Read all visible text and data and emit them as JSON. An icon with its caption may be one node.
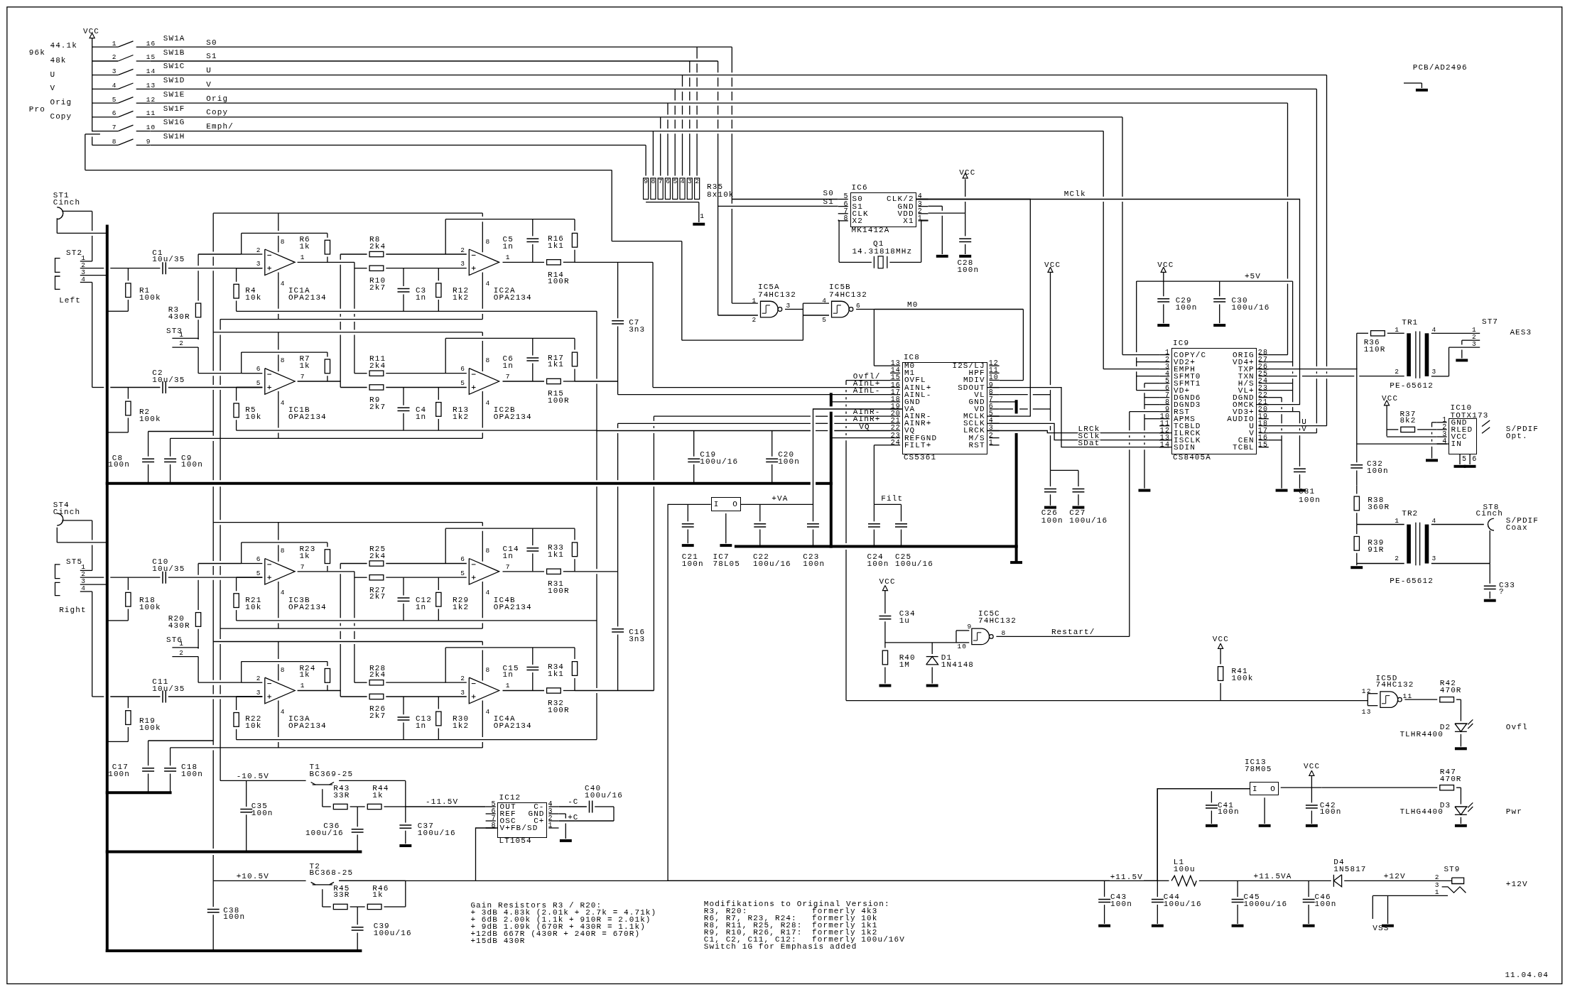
{
  "diagram": {
    "nodes": [
      {
        "text": [
          "IC6",
          "S0",
          "S1",
          "CLK",
          "X2",
          "CLK/2",
          "GND",
          "VDD",
          "X1",
          "MK1412A"
        ],
        "beside": [
          "5",
          "6",
          "7",
          "8",
          "4",
          "3",
          "2",
          "1"
        ]
      },
      {
        "text": [
          "IC9",
          "COPY/C",
          "VD2+",
          "EMPH",
          "SFMT0",
          "SFMT1",
          "VD+",
          "DGND6",
          "DGND3",
          "RST",
          "APMS",
          "TCBLD",
          "ILRCK",
          "ISCLK",
          "SDIN",
          "ORIG",
          "VD4+",
          "TXP",
          "TXN",
          "H/S",
          "VL+",
          "DGND",
          "OMCK",
          "VD3+",
          "AUDIO",
          "U",
          "V",
          "CEN",
          "TCBL",
          "CS8405A"
        ],
        "beside": [
          "1",
          "2",
          "3",
          "4",
          "5",
          "6",
          "7",
          "8",
          "9",
          "10",
          "11",
          "12",
          "13",
          "14",
          "28",
          "27",
          "26",
          "25",
          "24",
          "23",
          "22",
          "21",
          "20",
          "19",
          "18",
          "17",
          "16",
          "15"
        ]
      },
      {
        "text": [
          "IC8",
          "M0",
          "M1",
          "OVFL",
          "AINL+",
          "AINL-",
          "GND",
          "VA",
          "AINR-",
          "AINR+",
          "VQ",
          "REFGND",
          "FILT+",
          "I2S/LJ",
          "HPF",
          "MDIV",
          "SDOUT",
          "VL",
          "GND",
          "VD",
          "MCLK",
          "SCLK",
          "LRCK",
          "M/S",
          "RST",
          "CS5361"
        ],
        "beside": [
          "13",
          "14",
          "15",
          "16",
          "17",
          "18",
          "19",
          "20",
          "21",
          "22",
          "23",
          "24",
          "12",
          "11",
          "10",
          "9",
          "8",
          "7",
          "6",
          "5",
          "4",
          "3",
          "2",
          "1"
        ]
      },
      {
        "text": [
          "IC10",
          "TOTX173",
          "GND",
          "RLED",
          "VCC",
          "IN"
        ],
        "beside": [
          "1",
          "2",
          "3",
          "4",
          "5",
          "6"
        ]
      },
      {
        "text": [
          "I",
          "O"
        ]
      },
      {
        "text": [
          "IC12",
          "OUT",
          "REF",
          "OSC",
          "V+FB/SD",
          "C-",
          "GND",
          "C+",
          "LT1054"
        ],
        "beside": [
          "5",
          "6",
          "7",
          "8",
          "4",
          "3",
          "2",
          "1"
        ]
      },
      {
        "text": [
          "I",
          "O"
        ]
      }
    ],
    "edges": [
      {
        "from": 0,
        "to": 1,
        "arrow": "none",
        "label": "MClk"
      },
      {
        "from": 0,
        "to": 2,
        "arrow": "none"
      },
      {
        "from": 2,
        "to": 1,
        "arrow": "none",
        "label": "LRCk"
      },
      {
        "from": 2,
        "to": 1,
        "arrow": "none",
        "label": "SClk"
      },
      {
        "from": 2,
        "to": 1,
        "arrow": "none",
        "label": "SDat"
      },
      {
        "from": 4,
        "to": 2,
        "arrow": "none",
        "label": "+VA"
      },
      {
        "from": 1,
        "to": 3,
        "arrow": "none"
      },
      {
        "from": 6,
        "to": 4,
        "arrow": "none",
        "label": "+11.5V"
      },
      {
        "from": 5,
        "to": 6,
        "arrow": "none"
      }
    ],
    "labels": [
      "VCC",
      "44.1k",
      "96k",
      "48k",
      "U",
      "V",
      "Orig",
      "Pro",
      "Copy",
      "1",
      "16",
      "SW1A",
      "S0",
      "2",
      "15",
      "SW1B",
      "S1",
      "3",
      "14",
      "SW1C",
      "U",
      "4",
      "13",
      "SW1D",
      "V",
      "5",
      "12",
      "SW1E",
      "Orig",
      "6",
      "11",
      "SW1F",
      "Copy",
      "7",
      "10",
      "SW1G",
      "Emph/",
      "8",
      "9",
      "SW1H",
      "PCB/AD2496",
      "9",
      "8",
      "7",
      "6",
      "5",
      "4",
      "3",
      "2",
      "R35",
      "8x10k",
      "1",
      "S0",
      "S1",
      "Q1",
      "14.31818MHz",
      "VCC",
      "C28",
      "100n",
      "ST1",
      "Cinch",
      "ST2",
      "1",
      "2",
      "3",
      "4",
      "Left",
      "C1",
      "10u/35",
      "R1",
      "100k",
      "R3",
      "430R",
      "ST3",
      "1",
      "2",
      "C2",
      "10u/35",
      "R2",
      "100k",
      "C8",
      "100n",
      "C9",
      "100n",
      "C7",
      "3n3",
      "R6",
      "1k",
      "R4",
      "10k",
      "2",
      "3",
      "8",
      "4",
      "1",
      "IC1A",
      "OPA2134",
      "R8",
      "2k4",
      "R10",
      "2k7",
      "C3",
      "1n",
      "R12",
      "1k2",
      "2",
      "3",
      "8",
      "4",
      "1",
      "C5",
      "1n",
      "IC2A",
      "OPA2134",
      "R16",
      "1k1",
      "R14",
      "100R",
      "R7",
      "1k",
      "R5",
      "10k",
      "6",
      "5",
      "8",
      "4",
      "7",
      "IC1B",
      "OPA2134",
      "R11",
      "2k4",
      "R9",
      "2k7",
      "C4",
      "1n",
      "R13",
      "1k2",
      "6",
      "5",
      "8",
      "4",
      "7",
      "C6",
      "1n",
      "IC2B",
      "OPA2134",
      "R17",
      "1k1",
      "R15",
      "100R",
      "IC5A",
      "74HC132",
      "1",
      "2",
      "3",
      "IC5B",
      "74HC132",
      "4",
      "5",
      "6",
      "M0",
      "Ovfl/",
      "AInL+",
      "AInL-",
      "AInR-",
      "AInR+",
      "VQ",
      "VCC",
      "VCC",
      "+5V",
      "C29",
      "100n",
      "C30",
      "100u/16",
      "U",
      "V",
      "TR1",
      "1",
      "4",
      "ST7",
      "1",
      "2",
      "3",
      "AES3",
      "R36",
      "110R",
      "2",
      "3",
      "PE-65612",
      "VCC",
      "R37",
      "8k2",
      "S/PDIF",
      "Opt.",
      "C32",
      "100n",
      "C19",
      "100u/16",
      "C20",
      "100n",
      "C26",
      "100n",
      "C27",
      "100u/16",
      "C31",
      "100n",
      "ST4",
      "Cinch",
      "ST5",
      "1",
      "2",
      "3",
      "4",
      "Right",
      "C10",
      "10u/35",
      "R18",
      "100k",
      "R20",
      "430R",
      "ST6",
      "1",
      "2",
      "C11",
      "10u/35",
      "R19",
      "100k",
      "C17",
      "100n",
      "C18",
      "100n",
      "C16",
      "3n3",
      "R23",
      "1k",
      "R21",
      "10k",
      "6",
      "5",
      "8",
      "4",
      "7",
      "IC3B",
      "OPA2134",
      "R25",
      "2k4",
      "R27",
      "2k7",
      "C12",
      "1n",
      "R29",
      "1k2",
      "6",
      "5",
      "8",
      "4",
      "7",
      "C14",
      "1n",
      "IC4B",
      "OPA2134",
      "R33",
      "1k1",
      "R31",
      "100R",
      "R24",
      "1k",
      "R22",
      "10k",
      "2",
      "3",
      "8",
      "4",
      "1",
      "IC3A",
      "OPA2134",
      "R28",
      "2k4",
      "R26",
      "2k7",
      "C13",
      "1n",
      "R30",
      "1k2",
      "2",
      "3",
      "8",
      "4",
      "1",
      "C15",
      "1n",
      "IC4A",
      "OPA2134",
      "R34",
      "1k1",
      "R32",
      "100R",
      "Filt",
      "C21",
      "100n",
      "IC7",
      "78L05",
      "C22",
      "100u/16",
      "C23",
      "100n",
      "C24",
      "100n",
      "C25",
      "100u/16",
      "R38",
      "360R",
      "TR2",
      "1",
      "4",
      "ST8",
      "Cinch",
      "S/PDIF",
      "Coax",
      "R39",
      "91R",
      "2",
      "3",
      "PE-65612",
      "C33",
      "?",
      "VCC",
      "C34",
      "1u",
      "IC5C",
      "74HC132",
      "9",
      "10",
      "8",
      "Restart/",
      "R40",
      "1M",
      "D1",
      "1N4148",
      "VCC",
      "R41",
      "100k",
      "IC5D",
      "74HC132",
      "12",
      "13",
      "11",
      "R42",
      "470R",
      "D2",
      "TLHR4400",
      "Ovfl",
      "T1",
      "BC369-25",
      "-10.5V",
      "R43",
      "33R",
      "R44",
      "1k",
      "C35",
      "100n",
      "-11.5V",
      "C40",
      "100u/16",
      "-C",
      "+C",
      "C36",
      "100u/16",
      "C37",
      "100u/16",
      "T2",
      "BC368-25",
      "+10.5V",
      "R45",
      "33R",
      "R46",
      "1k",
      "C38",
      "100n",
      "C39",
      "100u/16",
      "IC13",
      "78M05",
      "VCC",
      "R47",
      "470R",
      "C41",
      "100n",
      "C42",
      "100n",
      "D3",
      "TLHG4400",
      "Pwr",
      "L1",
      "100u",
      "D4",
      "1N5817",
      "ST9",
      "+11.5VA",
      "+12V",
      "2",
      "3",
      "1",
      "+12V",
      "C43",
      "100n",
      "C44",
      "100u/16",
      "C45",
      "1000u/16",
      "C46",
      "100n",
      "VSS",
      "Gain Resistors R3 / R20:",
      "+ 3dB 4.83k (2.01k + 2.7k = 4.71k)",
      "+ 6dB 2.00k (1.1k + 910R = 2.01k)",
      "+ 9dB 1.09k (670R + 430R = 1.1k)",
      "+12dB 667R (430R + 240R = 670R)",
      "+15dB 430R",
      "Modifikations to Original Version:",
      "R3, R20:",
      "formerly 4k3",
      "R6, R7, R23, R24:",
      "formerly 10k",
      "R8, R11, R25, R28:",
      "formerly 1k1",
      "R9, R10, R26, R17:",
      "formerly 1k2",
      "C1, C2, C11, C12:",
      "formerly 100u/16V",
      "Switch 1G for Emphasis added",
      "11.04.04"
    ]
  }
}
